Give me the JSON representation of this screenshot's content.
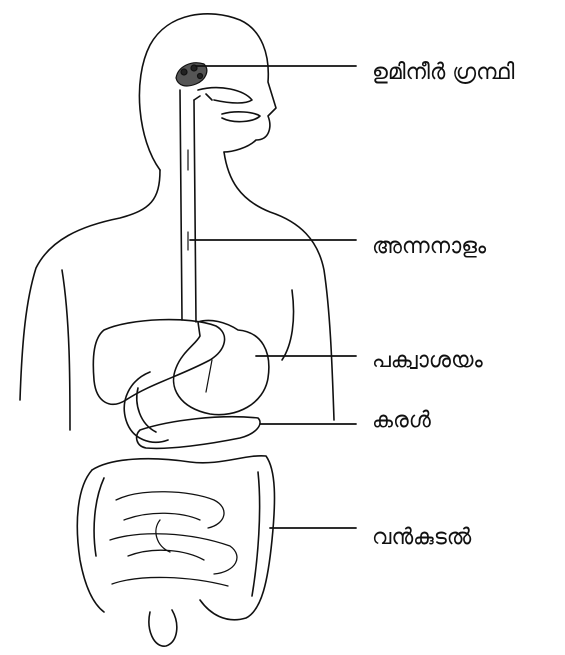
{
  "diagram": {
    "labels": [
      {
        "id": "salivary-gland",
        "text": "ഉമിനീർ ഗ്രന്ഥി"
      },
      {
        "id": "esophagus",
        "text": "അന്നനാളം"
      },
      {
        "id": "stomach",
        "text": "പക്വാശയം"
      },
      {
        "id": "liver",
        "text": "കരൾ"
      },
      {
        "id": "large-intestine",
        "text": "വൻകുടൽ"
      }
    ]
  },
  "colors": {
    "ink": "#111111",
    "background": "#ffffff"
  }
}
